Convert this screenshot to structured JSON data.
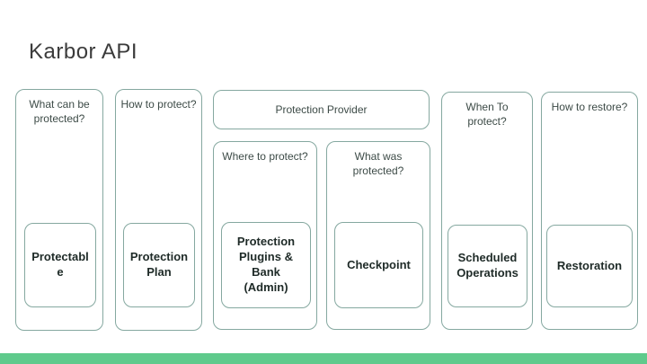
{
  "title": "Karbor API",
  "provider_header": "Protection Provider",
  "columns": [
    {
      "question": "What can be protected?",
      "item": "Protectable"
    },
    {
      "question": "How to protect?",
      "item": "Protection Plan"
    },
    {
      "question": "Where to protect?",
      "item": "Protection Plugins & Bank (Admin)"
    },
    {
      "question": "What was protected?",
      "item": "Checkpoint"
    },
    {
      "question": "When To protect?",
      "item": "Scheduled Operations"
    },
    {
      "question": "How to restore?",
      "item": "Restoration"
    }
  ],
  "colors": {
    "accent_green_bar": "#5fca8c",
    "box_border": "#85a8a0",
    "question_text": "#3d4b47",
    "item_text": "#1e2a27",
    "title_text": "#3b3b3b",
    "background": "#ffffff"
  }
}
